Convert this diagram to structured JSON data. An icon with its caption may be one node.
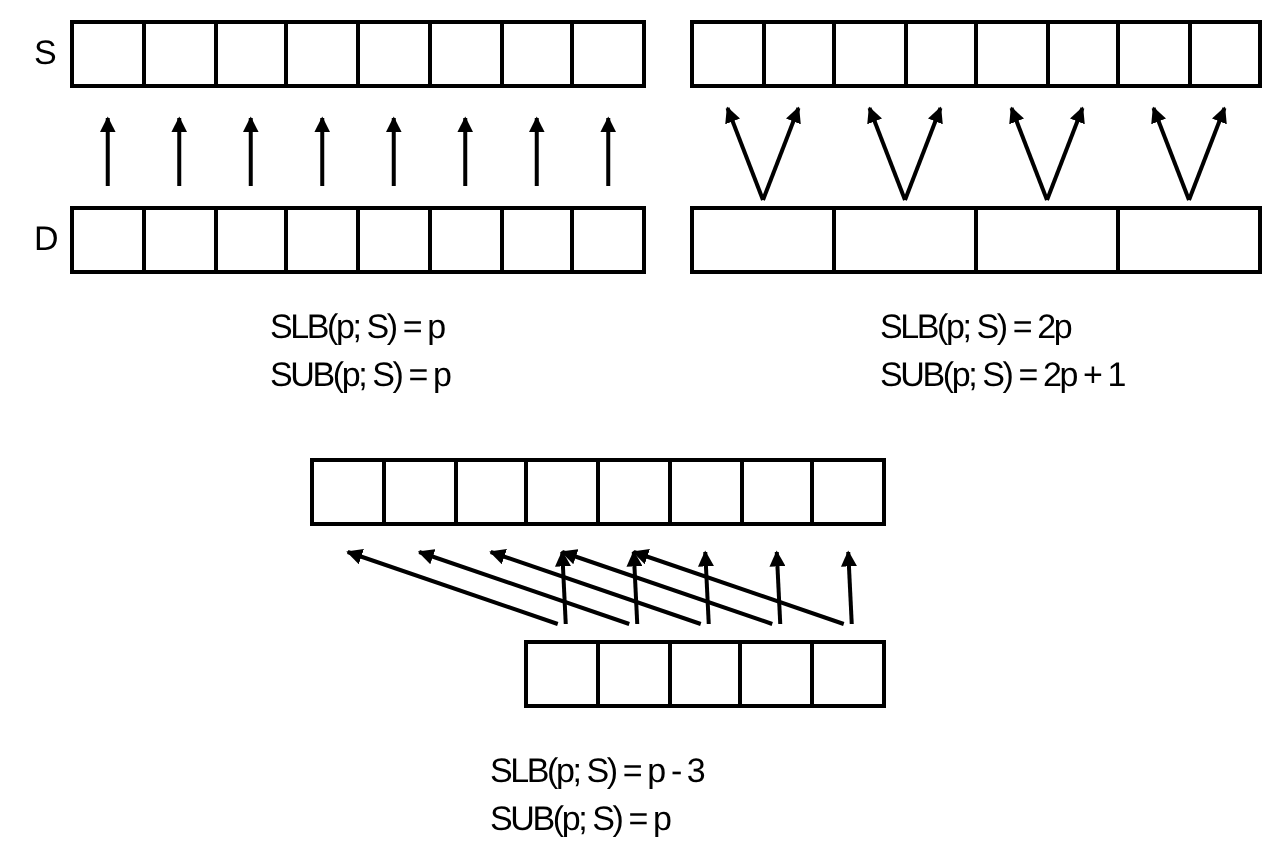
{
  "diagram": {
    "nodes": [
      {
        "text": [],
        "shape": "box"
      },
      {
        "text": [],
        "shape": "box"
      },
      {
        "text": [],
        "shape": "box"
      },
      {
        "text": [],
        "shape": "box"
      },
      {
        "text": [],
        "shape": "box"
      },
      {
        "text": [],
        "shape": "box"
      },
      {
        "text": [],
        "shape": "box"
      },
      {
        "text": [],
        "shape": "box"
      },
      {
        "text": [],
        "shape": "box"
      },
      {
        "text": [],
        "shape": "box"
      },
      {
        "text": [],
        "shape": "box"
      },
      {
        "text": [],
        "shape": "box"
      },
      {
        "text": [],
        "shape": "box"
      },
      {
        "text": [],
        "shape": "box"
      },
      {
        "text": [],
        "shape": "box"
      },
      {
        "text": [],
        "shape": "box"
      },
      {
        "text": [],
        "shape": "box"
      },
      {
        "text": [],
        "shape": "box"
      },
      {
        "text": [],
        "shape": "box"
      },
      {
        "text": [],
        "shape": "box"
      },
      {
        "text": [],
        "shape": "box"
      },
      {
        "text": [],
        "shape": "box"
      },
      {
        "text": [],
        "shape": "box"
      },
      {
        "text": [],
        "shape": "box"
      },
      {
        "text": [],
        "shape": "box"
      },
      {
        "text": [],
        "shape": "box"
      },
      {
        "text": [],
        "shape": "box"
      },
      {
        "text": [],
        "shape": "box"
      },
      {
        "text": [],
        "shape": "box"
      },
      {
        "text": [],
        "shape": "box"
      },
      {
        "text": [],
        "shape": "box"
      },
      {
        "text": [],
        "shape": "box"
      },
      {
        "text": [],
        "shape": "box"
      },
      {
        "text": [],
        "shape": "box"
      },
      {
        "text": [],
        "shape": "box"
      },
      {
        "text": [],
        "shape": "box"
      },
      {
        "text": [],
        "shape": "box"
      },
      {
        "text": [],
        "shape": "box"
      },
      {
        "text": [],
        "shape": "box"
      },
      {
        "text": [],
        "shape": "box"
      },
      {
        "text": [],
        "shape": "box"
      }
    ],
    "edges": [
      {
        "from": 16,
        "to": 0,
        "arrow": "to"
      },
      {
        "from": 17,
        "to": 1,
        "arrow": "to"
      },
      {
        "from": 18,
        "to": 2,
        "arrow": "to"
      },
      {
        "from": 19,
        "to": 3,
        "arrow": "to"
      },
      {
        "from": 20,
        "to": 4,
        "arrow": "to"
      },
      {
        "from": 21,
        "to": 5,
        "arrow": "to"
      },
      {
        "from": 22,
        "to": 6,
        "arrow": "to"
      },
      {
        "from": 23,
        "to": 7,
        "arrow": "to"
      },
      {
        "from": 24,
        "to": 8,
        "arrow": "to"
      },
      {
        "from": 24,
        "to": 9,
        "arrow": "to"
      },
      {
        "from": 25,
        "to": 10,
        "arrow": "to"
      },
      {
        "from": 25,
        "to": 11,
        "arrow": "to"
      },
      {
        "from": 26,
        "to": 12,
        "arrow": "to"
      },
      {
        "from": 26,
        "to": 13,
        "arrow": "to"
      },
      {
        "from": 27,
        "to": 14,
        "arrow": "to"
      },
      {
        "from": 27,
        "to": 15,
        "arrow": "to"
      },
      {
        "from": 36,
        "to": 28,
        "arrow": "to"
      },
      {
        "from": 36,
        "to": 31,
        "arrow": "to"
      },
      {
        "from": 37,
        "to": 29,
        "arrow": "to"
      },
      {
        "from": 37,
        "to": 32,
        "arrow": "to"
      },
      {
        "from": 38,
        "to": 30,
        "arrow": "to"
      },
      {
        "from": 38,
        "to": 33,
        "arrow": "to"
      },
      {
        "from": 39,
        "to": 31,
        "arrow": "to"
      },
      {
        "from": 39,
        "to": 34,
        "arrow": "to"
      },
      {
        "from": 40,
        "to": 32,
        "arrow": "to"
      },
      {
        "from": 40,
        "to": 35,
        "arrow": "to"
      }
    ],
    "labels": [
      "S",
      "D",
      "SLB(p; S) = p",
      "SUB(p; S) = p",
      "SLB(p; S) = 2p",
      "SUB(p; S) = 2p + 1",
      "SLB(p; S) = p - 3",
      "SUB(p; S) = p"
    ]
  }
}
